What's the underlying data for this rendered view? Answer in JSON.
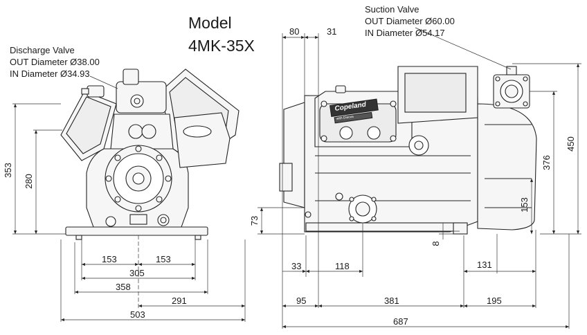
{
  "model": {
    "line1": "Model",
    "line2": "4MK-35X"
  },
  "discharge_valve": {
    "title": "Discharge Valve",
    "out": "OUT Diameter Ø38.00",
    "in": "IN Diameter Ø34.93"
  },
  "suction_valve": {
    "title": "Suction Valve",
    "out": "OUT Diameter Ø60.00",
    "in": "IN Diameter Ø54.17"
  },
  "front_view": {
    "height_total": "353",
    "height_axis": "280",
    "half_left": "153",
    "half_right": "153",
    "feet_span": "305",
    "mount_width": "358",
    "axis_to_right": "291",
    "overall_width": "503"
  },
  "side_view": {
    "top_offset_a": "80",
    "top_offset_b": "31",
    "height_total": "450",
    "height_suction": "376",
    "height_body": "153",
    "height_foot": "73",
    "foot_thickness": "8",
    "dim_33": "33",
    "dim_118": "118",
    "dim_131": "131",
    "dim_95": "95",
    "dim_381": "381",
    "dim_195": "195",
    "overall_length": "687"
  },
  "brand": {
    "badge": "Copeland",
    "sub": "with Discus"
  }
}
